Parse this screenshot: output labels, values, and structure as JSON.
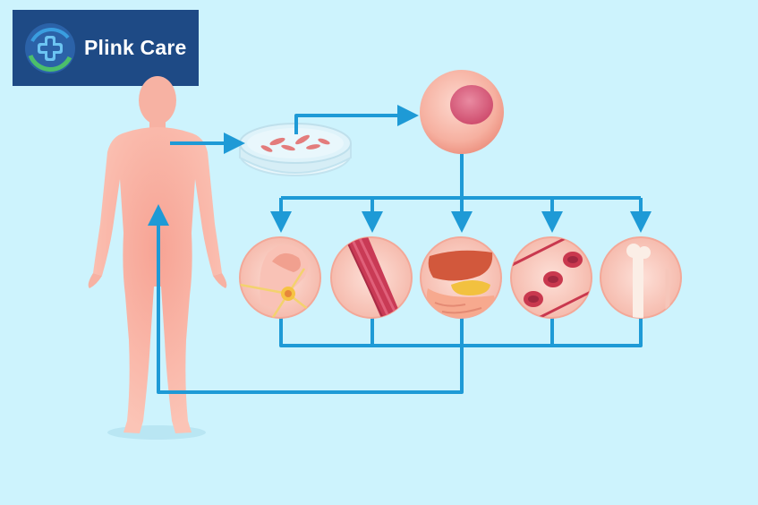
{
  "brand": {
    "name": "Plink Care",
    "logo_icon": "medical-cross-icon",
    "logo_bg": "#1e4a85"
  },
  "colors": {
    "background": "#cdf3fd",
    "arrow": "#1e9ad6",
    "body": "#f5a192",
    "organ_circle": "#f9cfc6"
  },
  "diagram": {
    "nodes": [
      {
        "id": "human-body",
        "icon": "human-body-figure"
      },
      {
        "id": "petri-dish",
        "icon": "petri-dish-icon"
      },
      {
        "id": "stem-cell",
        "icon": "stem-cell-icon"
      },
      {
        "id": "nerve-cells",
        "icon": "brain-neuron-icon"
      },
      {
        "id": "muscle",
        "icon": "muscle-tissue-icon"
      },
      {
        "id": "digestive-organs",
        "icon": "liver-stomach-icon"
      },
      {
        "id": "blood-cells",
        "icon": "red-blood-cells-icon"
      },
      {
        "id": "bone",
        "icon": "bone-icon"
      }
    ],
    "edges": [
      {
        "from": "human-body",
        "to": "petri-dish"
      },
      {
        "from": "petri-dish",
        "to": "stem-cell"
      },
      {
        "from": "stem-cell",
        "to": "nerve-cells"
      },
      {
        "from": "stem-cell",
        "to": "muscle"
      },
      {
        "from": "stem-cell",
        "to": "digestive-organs"
      },
      {
        "from": "stem-cell",
        "to": "blood-cells"
      },
      {
        "from": "stem-cell",
        "to": "bone"
      },
      {
        "from": "digestive-organs",
        "to": "human-body"
      }
    ]
  }
}
